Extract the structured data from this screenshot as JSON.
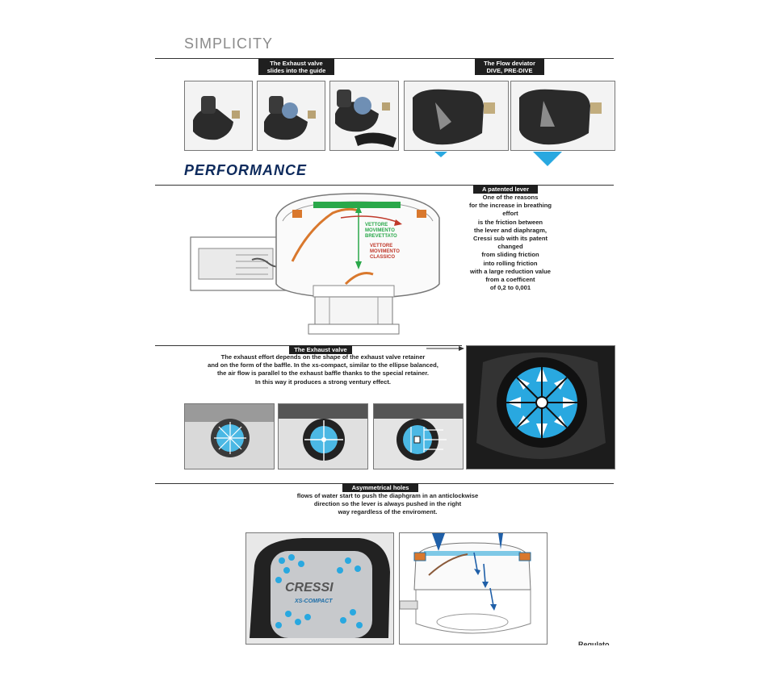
{
  "simplicity": {
    "heading": "SIMPLICITY",
    "exhaust_tag": "The Exhaust valve\nslides into the guide",
    "deviator_tag": "The Flow deviator\nDIVE, PRE-DIVE"
  },
  "performance": {
    "heading": "PERFORMANCE",
    "lever_tag": "A patented lever",
    "lever_text": "One of the reasons\nfor the increase in breathing effort\nis the friction between\nthe lever and diaphragm,\nCressi sub with its patent changed\nfrom sliding friction\ninto rolling friction\nwith a large reduction value\nfrom a coefficent\nof 0,2 to 0,001",
    "label_green": [
      "VETTORE",
      "MOVIMENTO",
      "BREVETTATO"
    ],
    "label_red": [
      "VETTORE",
      "MOVIMENTO",
      "CLASSICO"
    ]
  },
  "exhaust": {
    "tag": "The Exhaust valve",
    "text": "The exhaust effort depends on the shape of the exhaust valve retainer\nand on the form of the baffle. In the xs-compact, similar  to the ellipse balanced,\nthe air flow is parallel to the exhaust baffle thanks to the special retainer.\nIn this way it produces a strong ventury effect."
  },
  "asym": {
    "tag": "Asymmetrical holes",
    "text": "flows of water start to push the diaphgram in an anticlockwise\ndirection so the lever is always pushed in the right\nway regardless of the enviroment.",
    "logo_brand": "CRESSI",
    "logo_model": "XS-COMPACT"
  },
  "footer": {
    "cut_text": "Regulato"
  },
  "colors": {
    "accent_blue": "#29a8e0",
    "navy": "#0d2a5c",
    "dark": "#1f1f1f",
    "green": "#2aa84a",
    "orange": "#d9782d",
    "red": "#c0392b"
  }
}
